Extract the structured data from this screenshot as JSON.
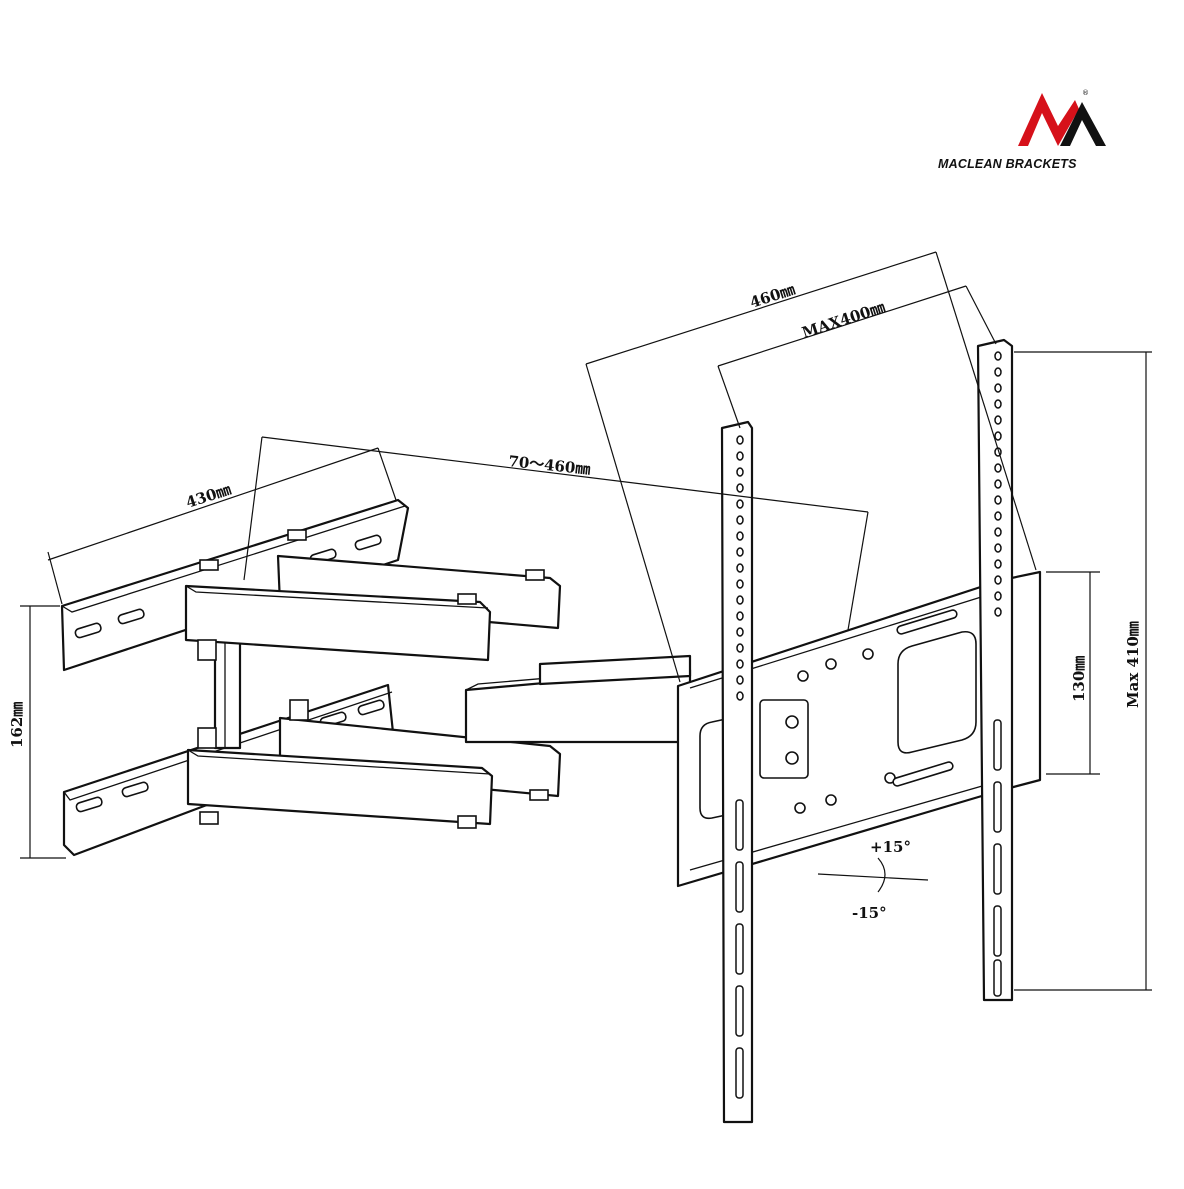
{
  "brand": {
    "name": "MACLEAN BRACKETS",
    "registered_mark": "®",
    "colors": {
      "accent": "#d6111a",
      "ink": "#111111"
    }
  },
  "dimensions": {
    "wall_plate_width": "430㎜",
    "wall_plate_height": "162㎜",
    "arm_extension": "70～460㎜",
    "tv_plate_width": "460㎜",
    "vesa_horizontal_max": "MAX400㎜",
    "plate_height": "130㎜",
    "vesa_vertical_max": "Max 410㎜"
  },
  "tilt": {
    "up": "+15°",
    "down": "-15°"
  }
}
